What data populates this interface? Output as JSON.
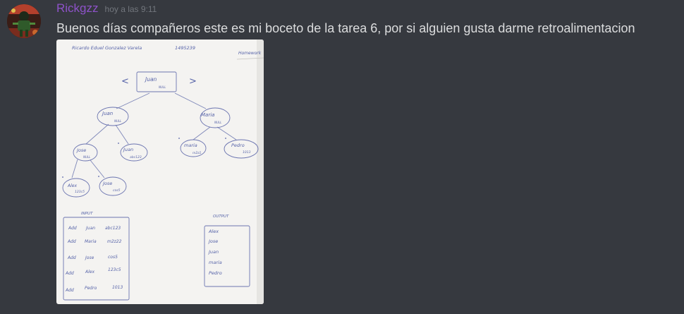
{
  "message": {
    "username": "Rickgzz",
    "timestamp": "hoy a las 9:11",
    "content": "Buenos días compañeros este es mi boceto de la tarea 6, por si alguien gusta darme retroalimentacion"
  },
  "colors": {
    "background": "#36393f",
    "username": "#8e52c9",
    "timestamp": "#72767d",
    "message_text": "#dcddde",
    "paper": "#f4f3f1",
    "pen_ink": "#5562a8"
  },
  "sketch": {
    "header_name": "Ricardo Eduel Gonzalez Varela",
    "header_id": "1495239",
    "homework_label": "Homework",
    "nav_prev": "<",
    "nav_next": ">",
    "null_label": "NULL",
    "nodes": {
      "root": {
        "name": "Juan",
        "value": "NULL"
      },
      "left": {
        "name": "Juan",
        "value": "NULL"
      },
      "right": {
        "name": "Maria",
        "value": "NULL"
      },
      "left_left": {
        "name": "Jose",
        "value": "NULL"
      },
      "left_right": {
        "name": "Juan",
        "value": "abc123"
      },
      "right_left": {
        "name": "maria",
        "value": "m2z1"
      },
      "right_right": {
        "name": "Pedro",
        "value": "1013"
      },
      "ll_left": {
        "name": "Alex",
        "value": "123c5"
      },
      "ll_right": {
        "name": "Jose",
        "value": "cos5"
      }
    },
    "input_title": "INPUT",
    "input_rows": [
      {
        "cmd": "Add",
        "name": "Juan",
        "value": "abc123"
      },
      {
        "cmd": "Add",
        "name": "Maria",
        "value": "m2z22"
      },
      {
        "cmd": "Add",
        "name": "Jose",
        "value": "cos5"
      },
      {
        "cmd": "Add",
        "name": "Alex",
        "value": "123c5"
      },
      {
        "cmd": "Add",
        "name": "Pedro",
        "value": "1013"
      }
    ],
    "output_title": "OUTPUT",
    "output_rows": [
      "Alex",
      "Jose",
      "Juan",
      "maria",
      "Pedro"
    ]
  }
}
